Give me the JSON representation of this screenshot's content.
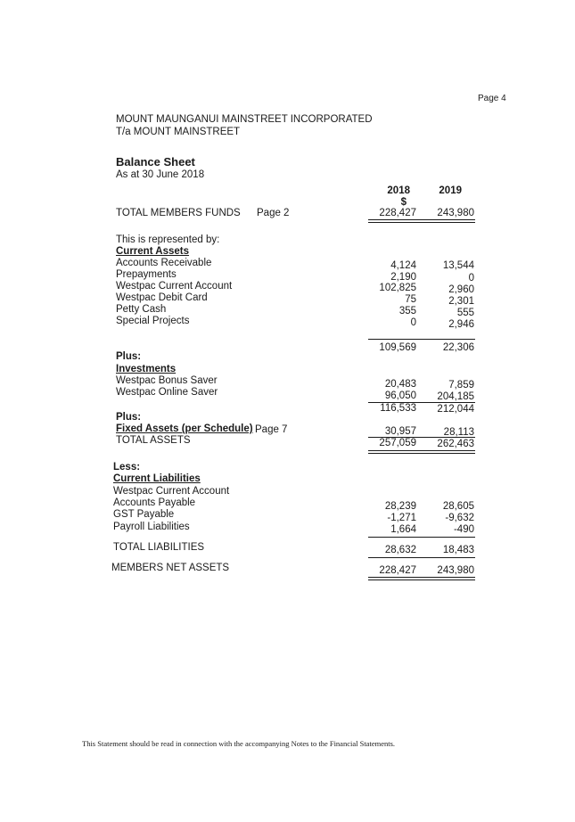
{
  "page_number": "Page 4",
  "org": {
    "name": "MOUNT MAUNGANUI MAINSTREET INCORPORATED",
    "trading_as": "T/a MOUNT MAINSTREET"
  },
  "report": {
    "title": "Balance Sheet",
    "date": "As at 30 June 2018"
  },
  "columns": {
    "y2018": "2018",
    "y2019": "2019",
    "currency": "$"
  },
  "members_funds": {
    "label": "TOTAL MEMBERS FUNDS",
    "ref": "Page 2",
    "v2018": "228,427",
    "v2019": "243,980"
  },
  "represented_by": "This is represented by:",
  "current_assets": {
    "heading": "Current Assets",
    "rows": [
      {
        "label": "Accounts Receivable",
        "v2018": "4,124",
        "v2019": "13,544"
      },
      {
        "label": "Prepayments",
        "v2018": "2,190",
        "v2019": "0"
      },
      {
        "label": "Westpac Current Account",
        "v2018": "102,825",
        "v2019": "2,960"
      },
      {
        "label": "Westpac Debit Card",
        "v2018": "75",
        "v2019": "2,301"
      },
      {
        "label": "Petty Cash",
        "v2018": "355",
        "v2019": "555"
      },
      {
        "label": "Special Projects",
        "v2018": "0",
        "v2019": "2,946"
      }
    ],
    "total_2018": "109,569",
    "total_2019": "22,306"
  },
  "plus1": "Plus:",
  "investments": {
    "heading": "Investments",
    "rows": [
      {
        "label": "Westpac Bonus Saver",
        "v2018": "20,483",
        "v2019": "7,859"
      },
      {
        "label": "Westpac Online Saver",
        "v2018": "96,050",
        "v2019": "204,185"
      }
    ],
    "total_2018": "116,533",
    "total_2019": "212,044"
  },
  "plus2": "Plus:",
  "fixed_assets": {
    "label": "Fixed Assets (per Schedule)",
    "ref": "Page 7",
    "v2018": "30,957",
    "v2019": "28,113"
  },
  "total_assets": {
    "label": "TOTAL ASSETS",
    "v2018": "257,059",
    "v2019": "262,463"
  },
  "less": "Less:",
  "current_liabilities": {
    "heading": "Current Liabilities",
    "sub": "Westpac Current Account",
    "rows": [
      {
        "label": "Accounts Payable",
        "v2018": "28,239",
        "v2019": "28,605"
      },
      {
        "label": "GST Payable",
        "v2018": "-1,271",
        "v2019": "-9,632"
      },
      {
        "label": "Payroll Liabilities",
        "v2018": "1,664",
        "v2019": "-490"
      }
    ]
  },
  "total_liabilities": {
    "label": "TOTAL LIABILITIES",
    "v2018": "28,632",
    "v2019": "18,483"
  },
  "net_assets": {
    "label": "MEMBERS NET ASSETS",
    "v2018": "228,427",
    "v2019": "243,980"
  },
  "footer": "This Statement should be read in connection with the accompanying Notes to the Financial Statements."
}
